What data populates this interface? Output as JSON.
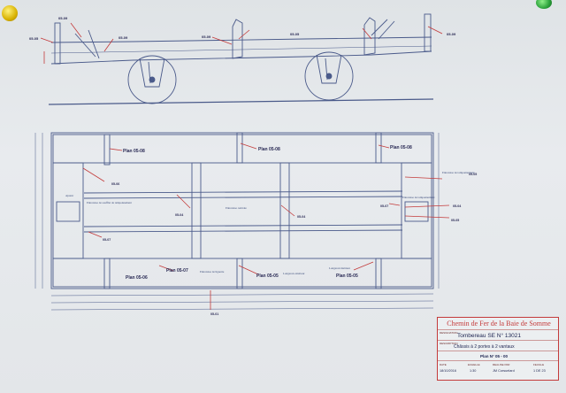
{
  "colors": {
    "line": "#4a5a8a",
    "red": "#c43b3b",
    "paper": "#e4e7ea",
    "pin_yellow": "#e3c21a",
    "pin_green": "#2aa03a"
  },
  "side_view": {
    "labels": [
      "05-05",
      "05-09",
      "05-09",
      "05-09",
      "05-05",
      "05-09"
    ]
  },
  "plan_view": {
    "plan_labels": [
      "Plan 05-08",
      "Plan 05-08",
      "Plan 05-08",
      "Plan 05-06",
      "Plan 05-07",
      "Plan 05-05",
      "Plan 05-05"
    ],
    "refs": [
      "05-06",
      "05-04",
      "05-04",
      "05-07",
      "05-07",
      "05-05",
      "05-04",
      "05-05",
      "05-01"
    ],
    "annotations": [
      "Entretoise de tamponnement",
      "Entretoise de soufflet de tamponnement",
      "Entretoise centrale",
      "Entretoise de liguerie",
      "Longeron extérieur",
      "Longeron intérieur",
      "Entretoise de tamponnement",
      "Ajutoir"
    ]
  },
  "title_block": {
    "company": "Chemin de Fer de la Baie de Somme",
    "designation_caption": "DESIGNATION",
    "designation": "Tombereau SE N° 13021",
    "description_caption": "DESCRIPTION",
    "description": "Châssis à 2 portes à 2 vantaux",
    "plan_no": "Plan N° 05 - 00",
    "date_caption": "DATE",
    "date": "18/10/2016",
    "scale_caption": "ECHELLE",
    "scale": "1:30",
    "author_caption": "REALISE PAR",
    "author": "JM Corsuelard",
    "sheet_caption": "FEUILLE",
    "sheet": "1 DE 23"
  }
}
